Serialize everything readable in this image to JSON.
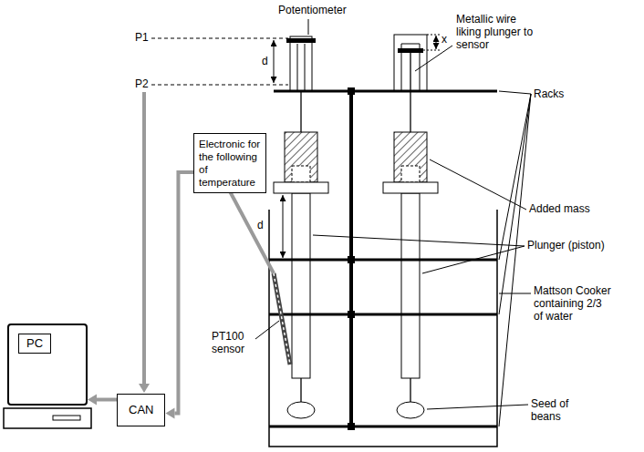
{
  "diagram": {
    "nodes": [
      {
        "text": [
          "Electronic for the following of temperature"
        ]
      },
      {
        "text": [
          "PC"
        ]
      },
      {
        "text": [
          "CAN"
        ]
      }
    ],
    "edges": [
      {
        "from": 2,
        "to": 1,
        "arrow": "to"
      },
      {
        "from": 0,
        "to": 2,
        "arrow": "to"
      }
    ],
    "labels": [
      "Potentiometer",
      "P1",
      "P2",
      "d",
      "x",
      "Metallic wire liking plunger to sensor",
      "Racks",
      "Added mass",
      "d",
      "Plunger (piston)",
      "Mattson Cooker containing 2/3 of water",
      "PT100 sensor",
      "Seed of beans"
    ]
  }
}
